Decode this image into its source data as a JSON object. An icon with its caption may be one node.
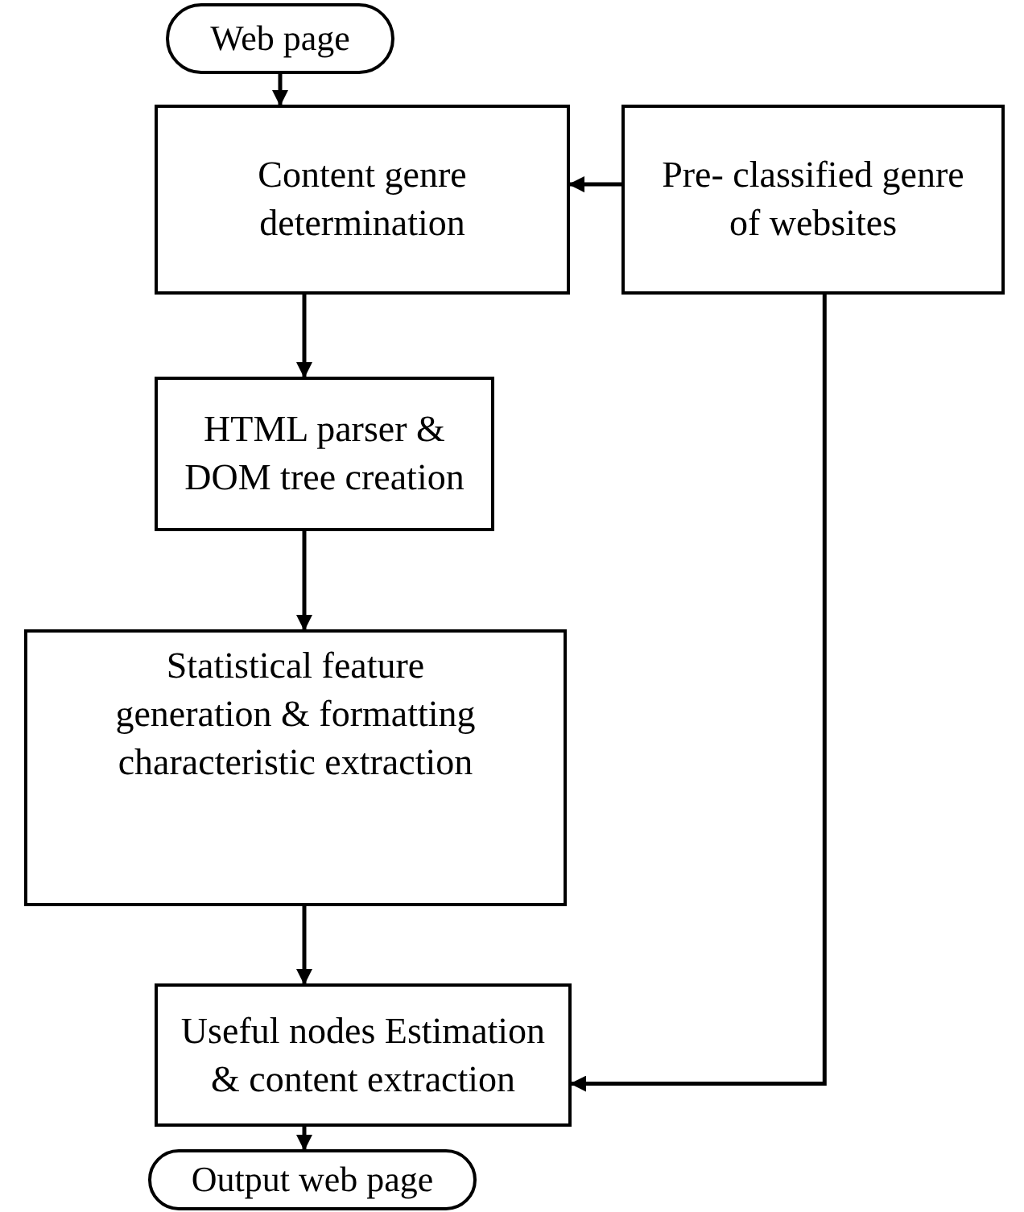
{
  "diagram": {
    "nodes": [
      {
        "text": [
          "Web page"
        ]
      },
      {
        "text": [
          "Content genre determination"
        ]
      },
      {
        "text": [
          "Pre- classified genre of websites"
        ]
      },
      {
        "text": [
          "HTML parser & DOM tree creation"
        ]
      },
      {
        "text": [
          "Statistical feature generation & formatting characteristic extraction"
        ]
      },
      {
        "text": [
          "Useful nodes Estimation & content extraction"
        ]
      },
      {
        "text": [
          "Output web page"
        ]
      }
    ],
    "edges": [
      {
        "from": 0,
        "to": 1,
        "arrow": "to"
      },
      {
        "from": 2,
        "to": 1,
        "arrow": "to"
      },
      {
        "from": 1,
        "to": 3,
        "arrow": "to"
      },
      {
        "from": 3,
        "to": 4,
        "arrow": "to"
      },
      {
        "from": 4,
        "to": 5,
        "arrow": "to"
      },
      {
        "from": 2,
        "to": 5,
        "arrow": "to"
      },
      {
        "from": 5,
        "to": 6,
        "arrow": "to"
      }
    ]
  }
}
